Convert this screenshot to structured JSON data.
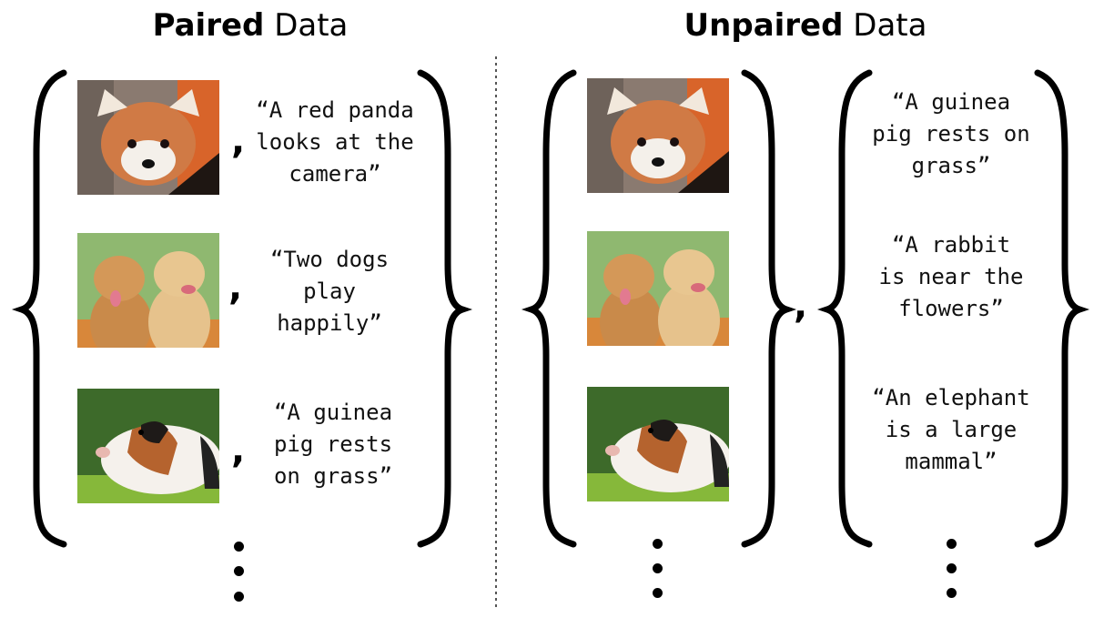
{
  "paired": {
    "title_bold": "Paired",
    "title_rest": " Data",
    "captions": [
      "“A red panda\nlooks at the\ncamera”",
      "“Two dogs\nplay\nhappily”",
      "“A guinea\npig rests\non grass”"
    ],
    "comma": ","
  },
  "unpaired": {
    "title_bold": "Unpaired",
    "title_rest": " Data",
    "captions": [
      "“A guinea\npig rests on\ngrass”",
      "“A rabbit\nis near the\nflowers”",
      "“An elephant\nis a large\nmammal”"
    ],
    "comma": ","
  }
}
